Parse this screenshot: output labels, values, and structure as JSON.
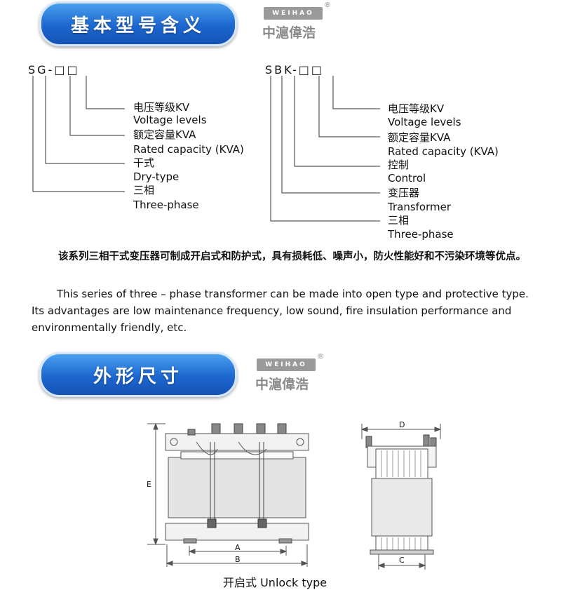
{
  "section1": {
    "title": "基本型号含义"
  },
  "section2": {
    "title": "外形尺寸"
  },
  "logo": {
    "brand_en": "WEIHAO",
    "brand_cn": "中滬偉浩",
    "reg": "®"
  },
  "model_sg": {
    "code": "SG-□□",
    "items": [
      {
        "cn": "电压等级KV",
        "en": "Voltage levels"
      },
      {
        "cn": "额定容量KVA",
        "en": "Rated capacity (KVA)"
      },
      {
        "cn": "干式",
        "en": "Dry-type"
      },
      {
        "cn": "三相",
        "en": "Three-phase"
      }
    ]
  },
  "model_sbk": {
    "code": "SBK-□□",
    "items": [
      {
        "cn": "电压等级KV",
        "en": "Voltage levels"
      },
      {
        "cn": "额定容量KVA",
        "en": "Rated capacity (KVA)"
      },
      {
        "cn": "控制",
        "en": "Control"
      },
      {
        "cn": "变压器",
        "en": "Transformer"
      },
      {
        "cn": "三相",
        "en": "Three-phase"
      }
    ]
  },
  "description": {
    "cn": "该系列三相干式变压器可制成开启式和防护式，具有损耗低、噪声小，防火性能好和不污染环境等优点。",
    "en": "This series of three – phase transformer can be made into open type and protective type. Its advantages are low maintenance frequency, low sound, fire insulation performance and environmentally friendly, etc."
  },
  "drawing": {
    "dims": {
      "a": "A",
      "b": "B",
      "c": "C",
      "d": "D",
      "e": "E"
    },
    "caption": "开启式 Unlock type"
  }
}
